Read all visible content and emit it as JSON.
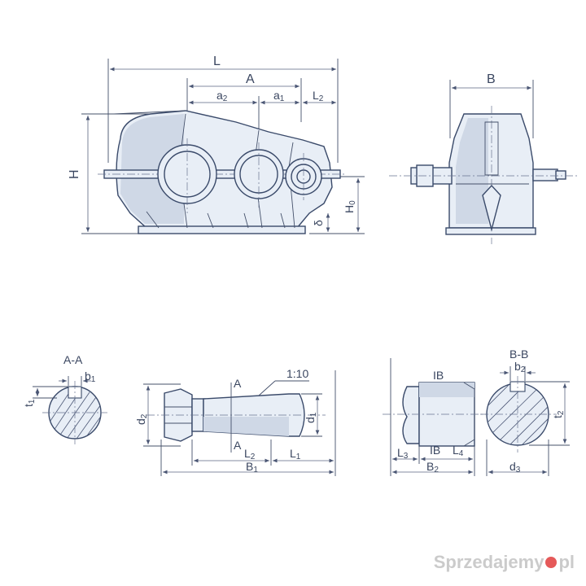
{
  "labels": {
    "L": "L",
    "A": "A",
    "a2": "a",
    "a2_sub": "2",
    "a1": "a",
    "a1_sub": "1",
    "L2": "L",
    "L2_sub": "2",
    "H": "H",
    "H0": "H",
    "H0_sub": "0",
    "delta": "δ",
    "B": "B",
    "section_aa": "A-A",
    "b1": "b",
    "b1_sub": "1",
    "t1": "t",
    "t1_sub": "1",
    "taper": "1:10",
    "A_top": "A",
    "A_bottom": "A",
    "d2": "d",
    "d2_sub": "2",
    "d1": "d",
    "d1_sub": "1",
    "L2b": "L",
    "L2b_sub": "2",
    "L1": "L",
    "L1_sub": "1",
    "B1": "B",
    "B1_sub": "1",
    "IB_top": "IB",
    "IB_bottom": "IB",
    "L3": "L",
    "L3_sub": "3",
    "L4": "L",
    "L4_sub": "4",
    "B2": "B",
    "B2_sub": "2",
    "section_bb": "B-B",
    "b2": "b",
    "b2_sub": "2",
    "t2": "t",
    "t2_sub": "2",
    "d3": "d",
    "d3_sub": "3"
  },
  "watermark": {
    "text_before": "Sprzedajemy",
    "text_after": "",
    "dot_label": "pl"
  },
  "colors": {
    "line": "#3a4a6a",
    "fill": "#e8eef6",
    "watermark_dot": "#e13c3c"
  }
}
